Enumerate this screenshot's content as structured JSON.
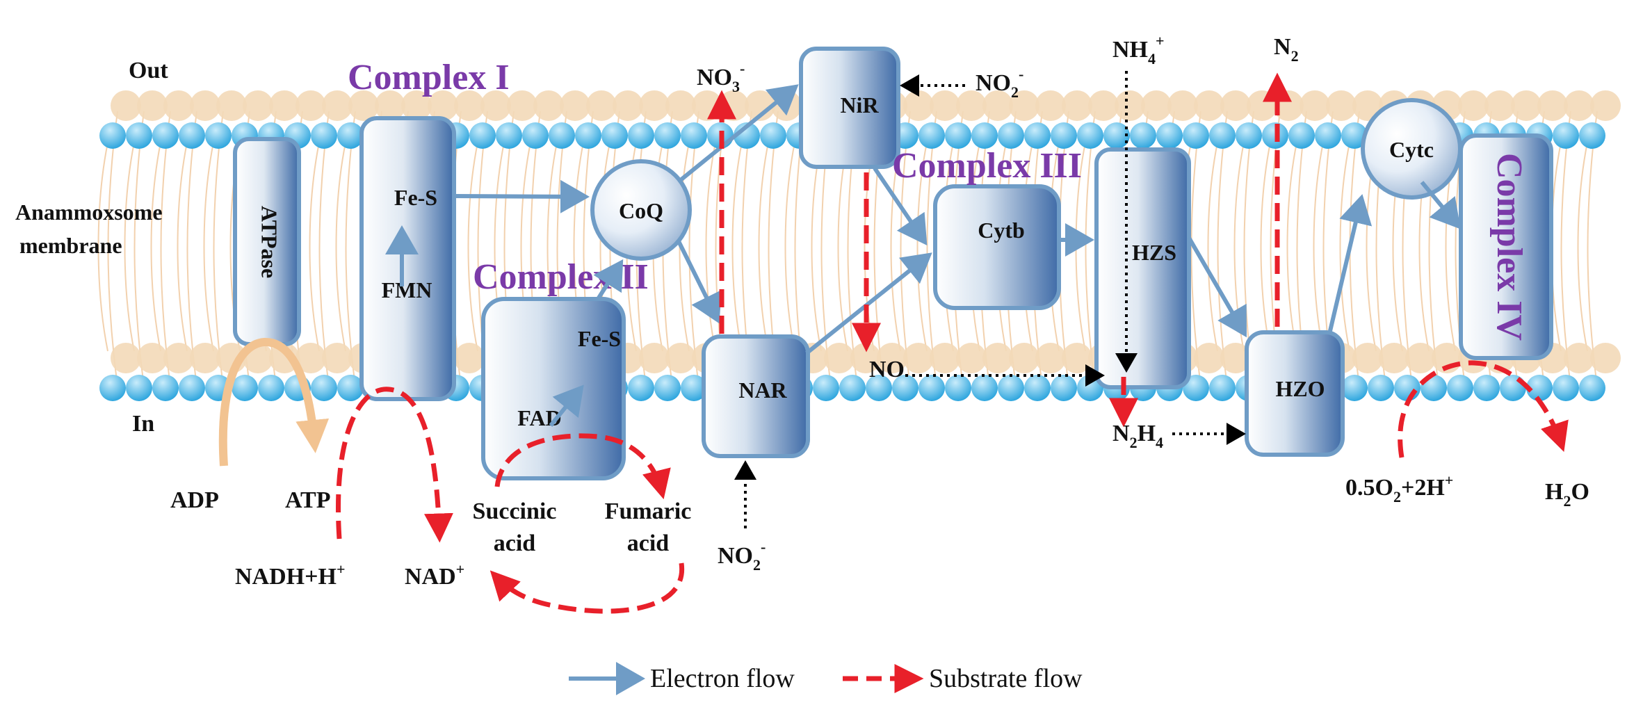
{
  "sides": {
    "out": "Out",
    "in": "In"
  },
  "membrane_label": {
    "line1": "Anammoxsome",
    "line2": "membrane"
  },
  "complexes": {
    "c1": "Complex I",
    "c2": "Complex II",
    "c3": "Complex III",
    "c4": "Complex IV"
  },
  "proteins": {
    "atpase": "ATPase",
    "fes1": "Fe-S",
    "fmn": "FMN",
    "coq": "CoQ",
    "fes2": "Fe-S",
    "fad": "FAD",
    "nar": "NAR",
    "nir": "NiR",
    "cytb": "Cytb",
    "hzs": "HZS",
    "hzo": "HZO",
    "cytc": "Cytc"
  },
  "species": {
    "no3": {
      "base": "NO",
      "sub": "3",
      "sup": "-"
    },
    "no2_top": {
      "base": "NO",
      "sub": "2",
      "sup": "-"
    },
    "no2_bottom": {
      "base": "NO",
      "sub": "2",
      "sup": "-"
    },
    "nh4": {
      "base": "NH",
      "sub": "4",
      "sup": "+"
    },
    "n2": {
      "base": "N",
      "sub": "2"
    },
    "no": "NO",
    "n2h4": {
      "a": "N",
      "a_sub": "2",
      "b": "H",
      "b_sub": "4"
    },
    "o2": {
      "a": "0.5O",
      "a_sub": "2",
      "b": "+2H",
      "b_sup": "+"
    },
    "h2o": {
      "a": "H",
      "a_sub": "2",
      "b": "O"
    },
    "adp": "ADP",
    "atp": "ATP",
    "nadh": {
      "base": "NADH+H",
      "sup": "+"
    },
    "nad": {
      "base": "NAD",
      "sup": "+"
    },
    "succinic": {
      "line1": "Succinic",
      "line2": "acid"
    },
    "fumaric": {
      "line1": "Fumaric",
      "line2": "acid"
    }
  },
  "legend": {
    "electron": "Electron flow",
    "substrate": "Substrate flow"
  },
  "colors": {
    "electron": "#6f9cc6",
    "substrate": "#e8202a",
    "complex_label": "#7a3aa8",
    "membrane_head_out": "#f3d9b8",
    "membrane_head_in": "#4bb8e8",
    "atp_arrow": "#f2c391"
  }
}
